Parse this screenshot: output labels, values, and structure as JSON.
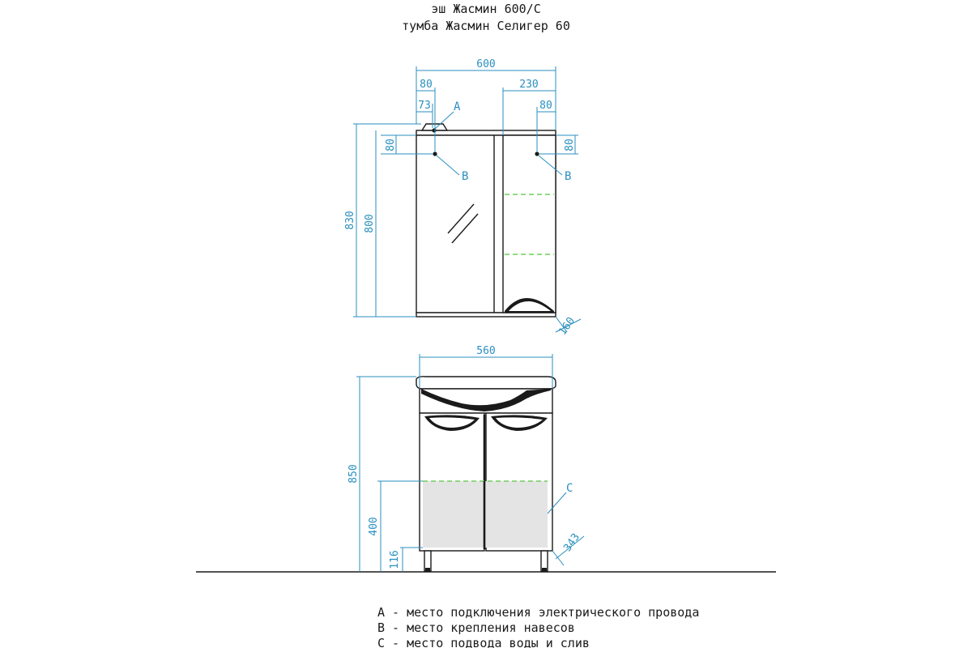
{
  "header": {
    "line1": "эш Жасмин 600/С",
    "line2": "тумба Жасмин Селигер 60"
  },
  "dimensions": {
    "mirror_width": "600",
    "mirror_offset_80": "80",
    "mirror_offset_73": "73",
    "shelf_width": "230",
    "shelf_offset_80": "80",
    "hinge_left_80": "80",
    "hinge_right_80": "80",
    "total_height": "830",
    "body_height": "800",
    "mirror_depth": "160",
    "vanity_width": "560",
    "vanity_height": "850",
    "water_height": "400",
    "leg_height": "116",
    "vanity_depth": "343"
  },
  "markers": {
    "a": "A",
    "b_left": "B",
    "b_right": "B",
    "c": "C"
  },
  "legend": [
    "А - место подключения электрического провода",
    "В - место крепления навесов",
    "С - место подвода воды и слив"
  ],
  "colors": {
    "dimension": "#2a8fbf",
    "object": "#1a1a1a",
    "shelf": "#6dcf5a",
    "zone": "#e4e4e4"
  }
}
